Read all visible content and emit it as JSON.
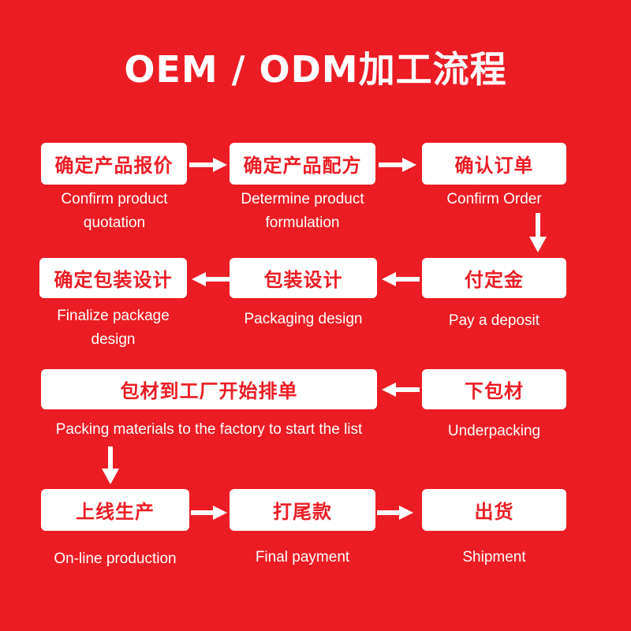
{
  "title": "OEM / ODM加工流程",
  "steps": [
    {
      "cn": "确定产品报价",
      "en_lines": [
        "Confirm product",
        "quotation"
      ]
    },
    {
      "cn": "确定产品配方",
      "en_lines": [
        "Determine product",
        "formulation"
      ]
    },
    {
      "cn": "确认订单",
      "en_lines": [
        "Confirm Order"
      ]
    },
    {
      "cn": "付定金",
      "en_lines": [
        "Pay a deposit"
      ]
    },
    {
      "cn": "包装设计",
      "en_lines": [
        "Packaging design"
      ]
    },
    {
      "cn": "确定包装设计",
      "en_lines": [
        "Finalize package",
        "design"
      ]
    },
    {
      "cn": "下包材",
      "en_lines": [
        "Underpacking"
      ]
    },
    {
      "cn": "包材到工厂开始排单",
      "en_lines": [
        "Packing materials to the factory to start the list"
      ]
    },
    {
      "cn": "上线生产",
      "en_lines": [
        "On-line production"
      ]
    },
    {
      "cn": "打尾款",
      "en_lines": [
        "Final payment"
      ]
    },
    {
      "cn": "出货",
      "en_lines": [
        "Shipment"
      ]
    }
  ],
  "colors": {
    "background": "#ec1c24",
    "box": "#ffffff",
    "box_text": "#ec1c24",
    "label_text": "#ffffff",
    "arrow": "#ffffff"
  },
  "arrow_icons": [
    "arrow-right-icon",
    "arrow-down-icon",
    "arrow-left-icon"
  ]
}
